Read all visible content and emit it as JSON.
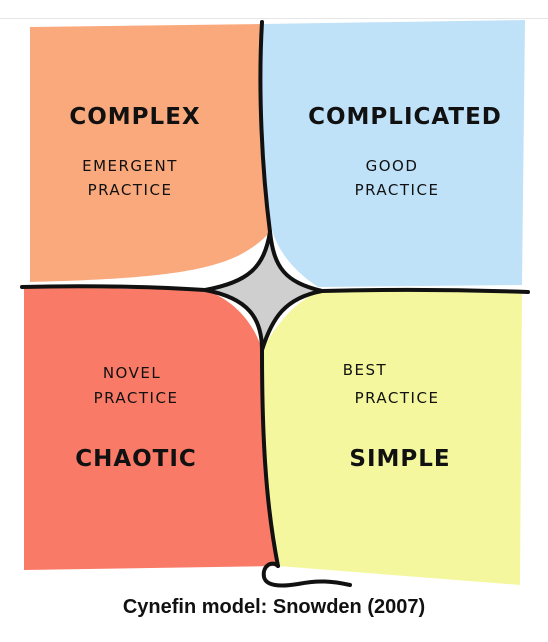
{
  "colors": {
    "complex": "#f9a97c",
    "complicated": "#bfe2f9",
    "chaotic": "#f97a66",
    "simple": "#f4f79d",
    "center": "#cfcfcf",
    "line": "#111111"
  },
  "quadrants": {
    "complex": {
      "title": "COMPLEX",
      "line1": "EMERGENT",
      "line2": "PRACTICE"
    },
    "complicated": {
      "title": "COMPLICATED",
      "line1": "GOOD",
      "line2": "PRACTICE"
    },
    "chaotic": {
      "title": "CHAOTIC",
      "line1": "NOVEL",
      "line2": "PRACTICE"
    },
    "simple": {
      "title": "SIMPLE",
      "line1": "BEST",
      "line2": "PRACTICE"
    }
  },
  "caption": "Cynefin model: Snowden (2007)"
}
